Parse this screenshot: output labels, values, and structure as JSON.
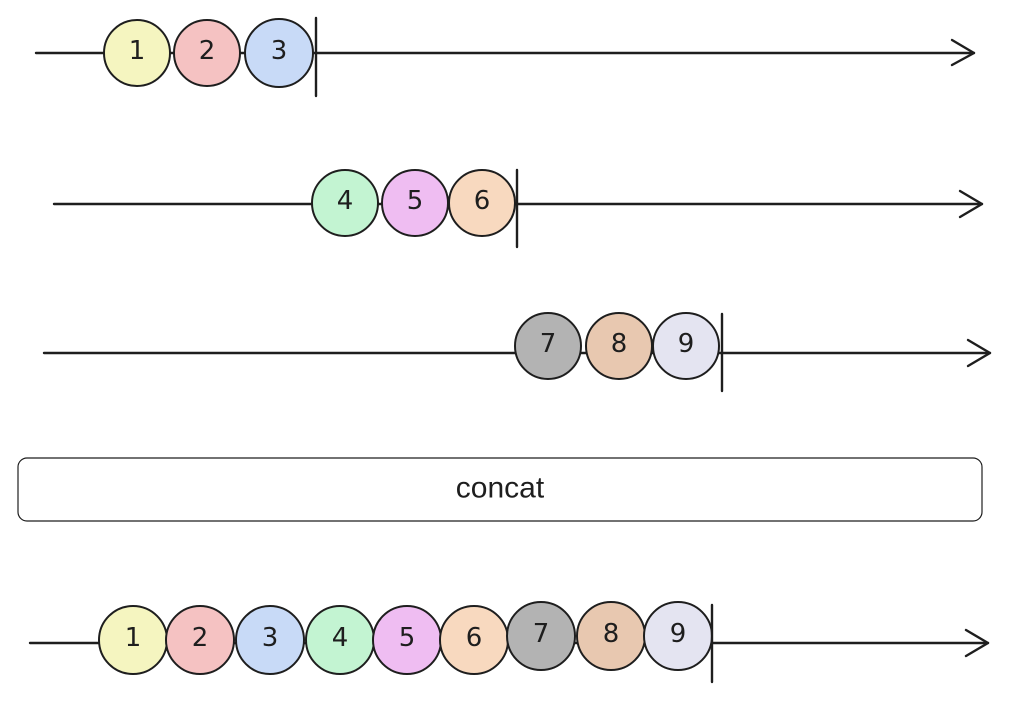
{
  "operator": {
    "label": "concat"
  },
  "input_streams": [
    {
      "marbles": [
        {
          "label": "1",
          "color": "#f5f5c0"
        },
        {
          "label": "2",
          "color": "#f5c2c2"
        },
        {
          "label": "3",
          "color": "#c8daf7"
        }
      ]
    },
    {
      "marbles": [
        {
          "label": "4",
          "color": "#c3f4d2"
        },
        {
          "label": "5",
          "color": "#efbdf2"
        },
        {
          "label": "6",
          "color": "#f8d9bf"
        }
      ]
    },
    {
      "marbles": [
        {
          "label": "7",
          "color": "#b3b3b3"
        },
        {
          "label": "8",
          "color": "#e8c8b0"
        },
        {
          "label": "9",
          "color": "#e4e4f1"
        }
      ]
    }
  ],
  "output_stream": {
    "marbles": [
      {
        "label": "1",
        "color": "#f5f5c0"
      },
      {
        "label": "2",
        "color": "#f5c2c2"
      },
      {
        "label": "3",
        "color": "#c8daf7"
      },
      {
        "label": "4",
        "color": "#c3f4d2"
      },
      {
        "label": "5",
        "color": "#efbdf2"
      },
      {
        "label": "6",
        "color": "#f8d9bf"
      },
      {
        "label": "7",
        "color": "#b3b3b3"
      },
      {
        "label": "8",
        "color": "#e8c8b0"
      },
      {
        "label": "9",
        "color": "#e4e4f1"
      }
    ]
  }
}
